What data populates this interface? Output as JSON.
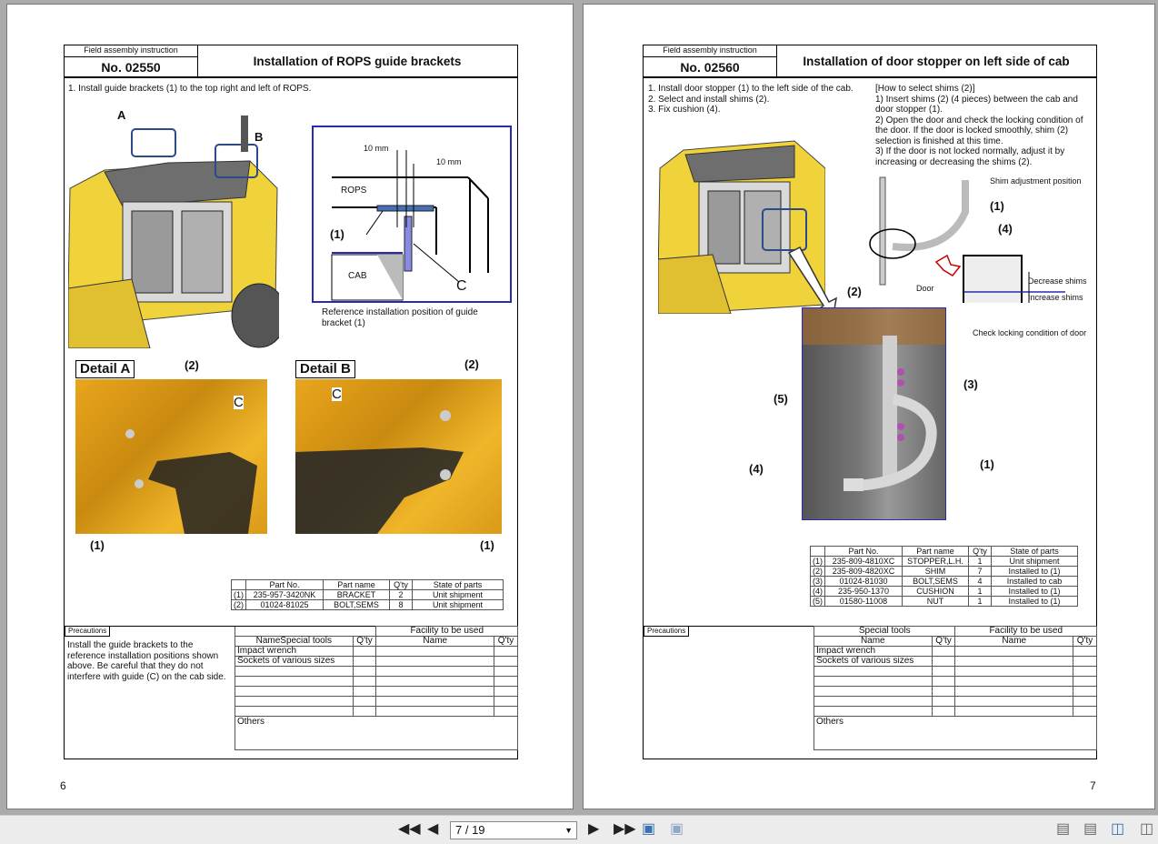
{
  "page_left": {
    "header_caption": "Field assembly instruction",
    "number": "No. 02550",
    "title": "Installation of ROPS guide brackets",
    "instruction": "1. Install guide brackets (1) to the top right and left of ROPS.",
    "label_a": "A",
    "label_b": "B",
    "diagram": {
      "dim1": "10 mm",
      "dim2": "10 mm",
      "rops": "ROPS",
      "part1": "(1)",
      "cab": "CAB",
      "c": "C"
    },
    "ref_caption": "Reference installation position of guide bracket (1)",
    "detail_a": "Detail A",
    "detail_b": "Detail B",
    "callout_2": "(2)",
    "callout_1": "(1)",
    "callout_c": "C",
    "parts_headers": [
      "",
      "Part No.",
      "Part name",
      "Q'ty",
      "State of parts"
    ],
    "parts_rows": [
      [
        "(1)",
        "235-957-3420NK",
        "BRACKET",
        "2",
        "Unit shipment"
      ],
      [
        "(2)",
        "01024-81025",
        "BOLT,SEMS",
        "8",
        "Unit shipment"
      ]
    ],
    "precautions_label": "Precautions",
    "precautions_text": "Install the guide brackets to the reference installation positions shown above. Be careful that they do not interfere with guide (C) on the cab side.",
    "facility_header": "Facility to be used",
    "tools_col_name": "NameSpecial tools",
    "qty_col": "Q'ty",
    "facility_name_col": "Name",
    "tools": [
      "Impact wrench",
      "Sockets of various sizes"
    ],
    "others": "Others",
    "page_number": "6"
  },
  "page_right": {
    "header_caption": "Field assembly instruction",
    "number": "No. 02560",
    "title": "Installation of door stopper on left side of cab",
    "steps": [
      "1. Install door stopper (1) to the left side of the cab.",
      "2. Select and install shims (2).",
      "3. Fix cushion (4)."
    ],
    "shim_title": "[How to select shims (2)]",
    "shim_steps": [
      "1) Insert shims (2) (4 pieces) between the cab and door stopper (1).",
      "2) Open the door and check the locking condition of the door. If the door is locked smoothly, shim (2) selection is finished at this time.",
      "3) If the door is not locked normally, adjust it by increasing or decreasing the shims (2)."
    ],
    "shim_adjust": "Shim adjustment position",
    "door": "Door",
    "decrease": "Decrease shims",
    "increase": "Increase shims",
    "check_lock": "Check locking condition of door",
    "c1": "(1)",
    "c2": "(2)",
    "c3": "(3)",
    "c4": "(4)",
    "c5": "(5)",
    "parts_headers": [
      "",
      "Part No.",
      "Part name",
      "Q'ty",
      "State of parts"
    ],
    "parts_rows": [
      [
        "(1)",
        "235-809-4810XC",
        "STOPPER,L.H.",
        "1",
        "Unit shipment"
      ],
      [
        "(2)",
        "235-809-4820XC",
        "SHIM",
        "7",
        "Installed to (1)"
      ],
      [
        "(3)",
        "01024-81030",
        "BOLT,SEMS",
        "4",
        "Installed to cab"
      ],
      [
        "(4)",
        "235-950-1370",
        "CUSHION",
        "1",
        "Installed to (1)"
      ],
      [
        "(5)",
        "01580-11008",
        "NUT",
        "1",
        "Installed to (1)"
      ]
    ],
    "precautions_label": "Precautions",
    "special_tools_header": "Special tools",
    "facility_header": "Facility to be used",
    "name_col": "Name",
    "qty_col": "Q'ty",
    "tools": [
      "Impact wrench",
      "Sockets of various sizes"
    ],
    "others": "Others",
    "page_number": "7"
  },
  "toolbar": {
    "page_indicator": "7 / 19",
    "first_icon": "first-page-icon",
    "prev_icon": "prev-page-icon",
    "next_icon": "next-page-icon",
    "last_icon": "last-page-icon"
  }
}
